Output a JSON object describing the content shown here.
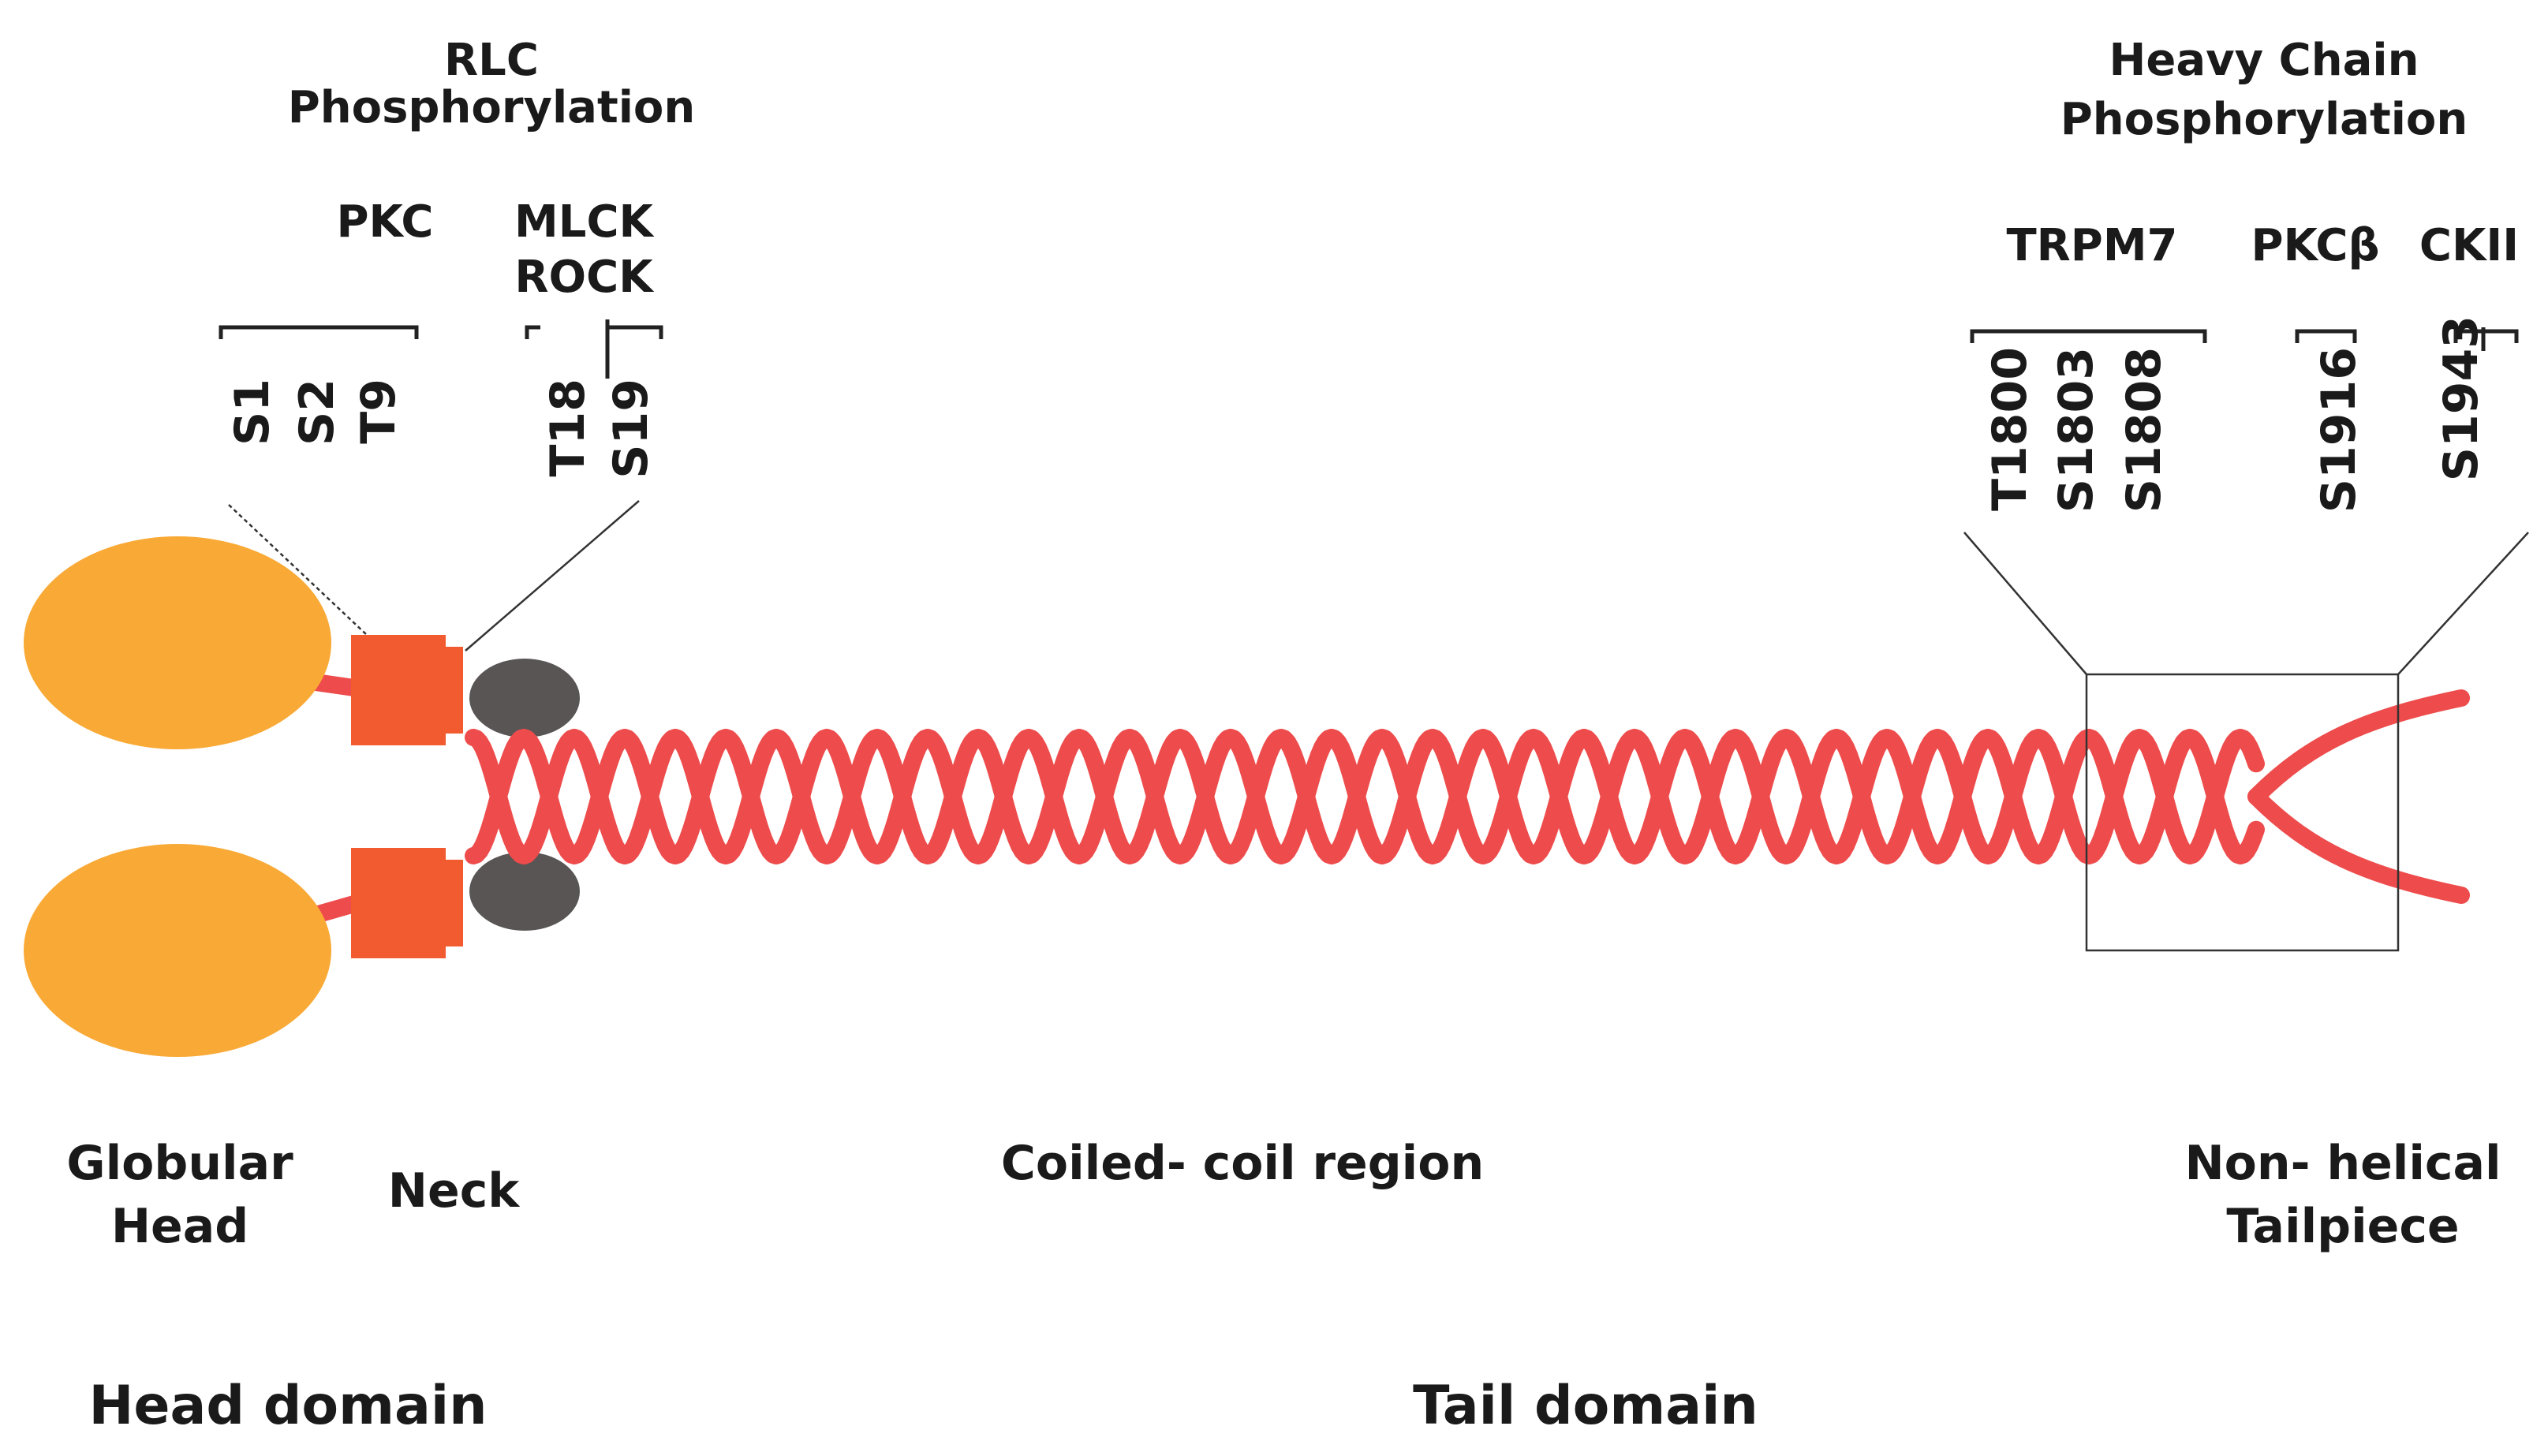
{
  "rlc": {
    "line1": "RLC",
    "line2": "Phosphorylation"
  },
  "pkc": "PKC",
  "mlck": "MLCK",
  "rock": "ROCK",
  "rlc_sites": {
    "s1": "S1",
    "s2": "S2",
    "t9": "T9",
    "t18": "T18",
    "s19": "S19"
  },
  "heavy": {
    "line1": "Heavy Chain",
    "line2": "Phosphorylation"
  },
  "trpm7": "TRPM7",
  "pkcb": "PKCβ",
  "ckii": "CKII",
  "hc_sites": {
    "t1800": "T1800",
    "s1803": "S1803",
    "s1808": "S1808",
    "s1916": "S1916",
    "s1943": "S1943"
  },
  "regions": {
    "globular_head_1": "Globular",
    "globular_head_2": "Head",
    "neck": "Neck",
    "coiled_coil": "Coiled- coil region",
    "tailpiece_1": "Non- helical",
    "tailpiece_2": "Tailpiece"
  },
  "domains": {
    "head": "Head domain",
    "tail": "Tail domain"
  },
  "colors": {
    "head": "#F9A935",
    "neck": "#F25A30",
    "light_chain": "#595555",
    "coil": "#EE4C4C",
    "text": "#1a1a1a"
  }
}
